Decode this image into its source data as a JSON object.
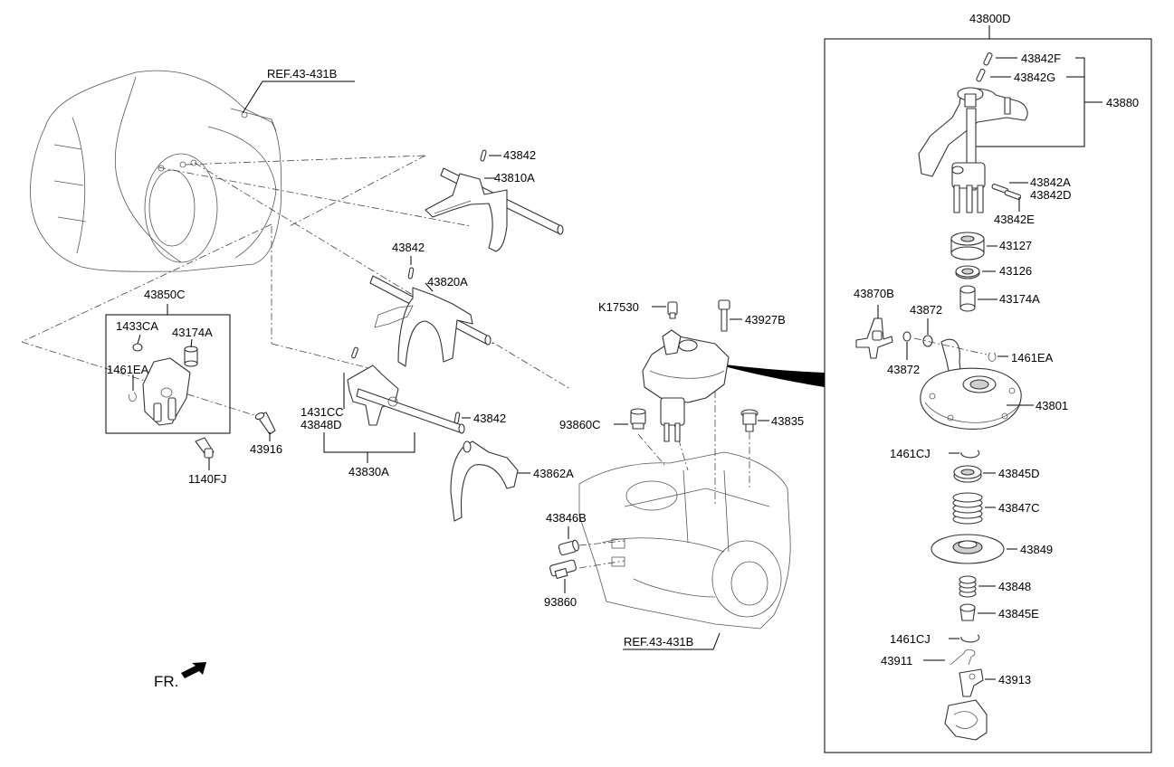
{
  "labels": {
    "p43800D": "43800D",
    "p43842F": "43842F",
    "p43842G": "43842G",
    "p43880": "43880",
    "p43842A": "43842A",
    "p43842D": "43842D",
    "p43842E": "43842E",
    "p43127": "43127",
    "p43126": "43126",
    "p43174A_r": "43174A",
    "p43870B": "43870B",
    "p43872_a": "43872",
    "p43872_b": "43872",
    "p1461EA_r": "1461EA",
    "p43801": "43801",
    "p1461CJ_a": "1461CJ",
    "p43845D": "43845D",
    "p43847C": "43847C",
    "p43849": "43849",
    "p43848": "43848",
    "p43845E": "43845E",
    "p1461CJ_b": "1461CJ",
    "p43911": "43911",
    "p43913": "43913",
    "ref_top": "REF.43-431B",
    "ref_bottom": "REF.43-431B",
    "p43842_1": "43842",
    "p43810A": "43810A",
    "p43842_2": "43842",
    "p43820A": "43820A",
    "p43850C": "43850C",
    "p1433CA": "1433CA",
    "p43174A_l": "43174A",
    "p1461EA_l": "1461EA",
    "p43916": "43916",
    "p1140FJ": "1140FJ",
    "p1431CC": "1431CC",
    "p43848D": "43848D",
    "p43842_3": "43842",
    "p43830A": "43830A",
    "p43862A": "43862A",
    "pK17530": "K17530",
    "p43927B": "43927B",
    "p93860C": "93860C",
    "p43835": "43835",
    "p43846B": "43846B",
    "p93860": "93860",
    "fr": "FR."
  }
}
